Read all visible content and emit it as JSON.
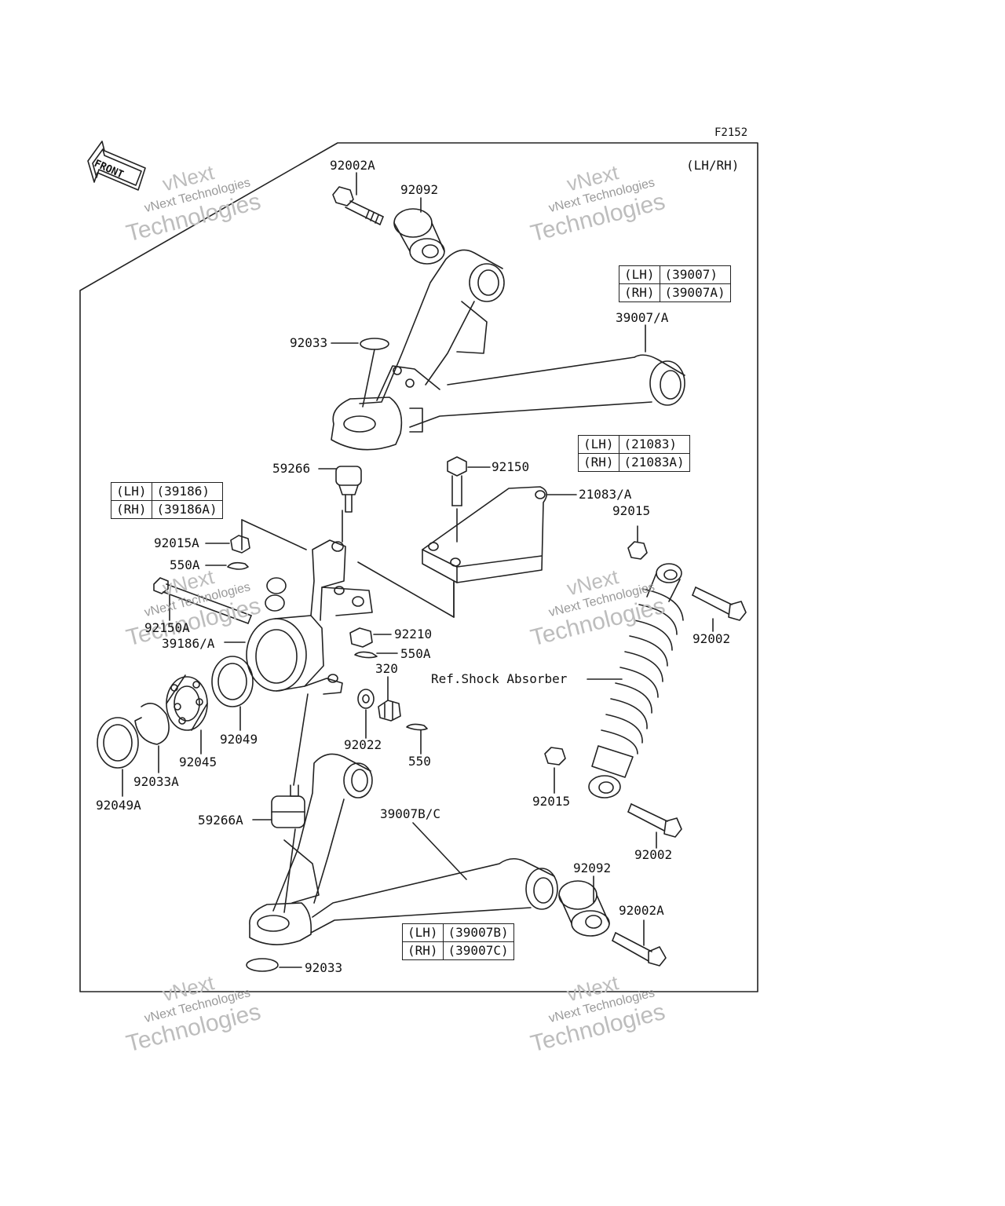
{
  "figure_code": "F2152",
  "side_note": "(LH/RH)",
  "front_arrow_label": "FRONT",
  "watermark": {
    "line1": "vNext",
    "line2": "vNext Technologies",
    "line3": "Technologies"
  },
  "part_labels": {
    "bolt_92002A_top": "92002A",
    "bushing_92092_top": "92092",
    "arm_upper": "39007/A",
    "clip_92033_top": "92033",
    "balljoint_59266": "59266",
    "bolt_92150": "92150",
    "bracket_21083": "21083/A",
    "nut_92015_right": "92015",
    "nut_92015A": "92015A",
    "pin_550A_left": "550A",
    "bolt_92150A": "92150A",
    "knuckle_39186": "39186/A",
    "nut_92210": "92210",
    "pin_550A_right": "550A",
    "nut_320": "320",
    "shock_ref": "Ref.Shock Absorber",
    "bolt_92002_right": "92002",
    "seal_92049": "92049",
    "washer_92022": "92022",
    "pin_550": "550",
    "bearing_92045": "92045",
    "clip_92033A": "92033A",
    "seal_92049A": "92049A",
    "nut_92015_lower": "92015",
    "arm_lower": "39007B/C",
    "balljoint_59266A": "59266A",
    "bolt_92002_lower": "92002",
    "bushing_92092_lower": "92092",
    "bolt_92002A_lower": "92002A",
    "clip_92033_lower": "92033"
  },
  "tables": {
    "upper_arm": [
      [
        "(LH)",
        "(39007)"
      ],
      [
        "(RH)",
        "(39007A)"
      ]
    ],
    "bracket": [
      [
        "(LH)",
        "(21083)"
      ],
      [
        "(RH)",
        "(21083A)"
      ]
    ],
    "knuckle": [
      [
        "(LH)",
        "(39186)"
      ],
      [
        "(RH)",
        "(39186A)"
      ]
    ],
    "lower_arm": [
      [
        "(LH)",
        "(39007B)"
      ],
      [
        "(RH)",
        "(39007C)"
      ]
    ]
  }
}
